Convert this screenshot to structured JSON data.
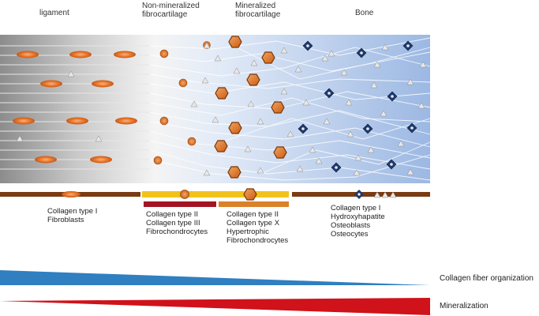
{
  "zones": {
    "ligament": {
      "title": "ligament"
    },
    "nonmineralized": {
      "title_line1": "Non-mineralized",
      "title_line2": "fibrocartilage"
    },
    "mineralized": {
      "title_line1": "Mineralized",
      "title_line2": "fibrocartilage"
    },
    "bone": {
      "title": "Bone"
    }
  },
  "legends": {
    "ligament": [
      "Collagen type I",
      "Fibroblasts"
    ],
    "nonmineralized": [
      "Collagen type II",
      "Collagen type III",
      "Fibrochondrocytes"
    ],
    "mineralized": [
      "Collagen type II",
      "Collagen type X",
      "Hypertrophic",
      "Fibrochondrocytes"
    ],
    "bone": [
      "Collagen type I",
      "Hydroxyhapatite",
      "Osteoblasts",
      "Osteocytes"
    ]
  },
  "gradients": {
    "collagen": {
      "label": "Collagen fiber organization",
      "color": "#2f7fc1"
    },
    "mineral": {
      "label": "Mineralization",
      "color": "#d0121b"
    }
  },
  "colors": {
    "fibroblast": "#e8752b",
    "chondrocyte": "#e07a2a",
    "osteoblast": "#1f3a6e",
    "bar_ligament": "#7a3b12",
    "bar_nonmin": "#f2c21c",
    "bar_nonmin_under": "#a31423",
    "bar_min_under": "#d9822b"
  }
}
